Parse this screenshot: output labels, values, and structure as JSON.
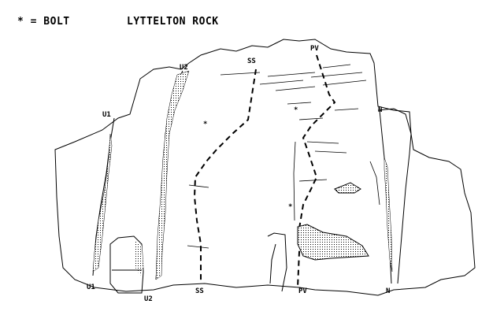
{
  "legend": {
    "symbol": "*",
    "text": "* = BOLT"
  },
  "title": "LYTTELTON ROCK",
  "route_labels": {
    "u1": "U1",
    "u2": "U2",
    "ss": "SS",
    "pv": "PV",
    "n": "N"
  },
  "bolt_symbol": "*"
}
